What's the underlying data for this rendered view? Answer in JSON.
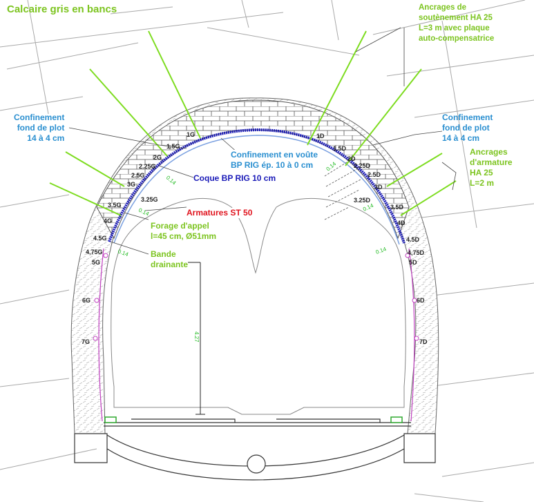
{
  "title": "Calcaire gris en bancs",
  "labels": {
    "ancrages_sout_1": "Ancrages de",
    "ancrages_sout_2": "soutènement HA 25",
    "ancrages_sout_3": "L=3 m avec plaque",
    "ancrages_sout_4": "auto-compensatrice",
    "conf_left_1": "Confinement",
    "conf_left_2": "fond de plot",
    "conf_left_3": "14 à 4 cm",
    "conf_right_1": "Confinement",
    "conf_right_2": "fond de plot",
    "conf_right_3": "14 à 4 cm",
    "conf_voute_1": "Confinement en voûte",
    "conf_voute_2": "BP RIG ép. 10 à 0 cm",
    "coque": "Coque BP RIG 10 cm",
    "ancr_arm_1": "Ancrages",
    "ancr_arm_2": "d'armature",
    "ancr_arm_3": "HA 25",
    "ancr_arm_4": "L=2 m",
    "armatures": "Armatures ST 50",
    "forage_1": "Forage d'appel",
    "forage_2": "l=45 cm, Ø51mm",
    "bande_1": "Bande",
    "bande_2": "drainante"
  },
  "section_marks_left": [
    "1G",
    "1.5G",
    "2G",
    "2.25G",
    "2.5G",
    "3G",
    "3.25G",
    "3.5G",
    "4G",
    "4.5G",
    "4,75G",
    "5G",
    "6G",
    "7G"
  ],
  "section_marks_right": [
    "1D",
    "1.5D",
    "2D",
    "2.25D",
    "2.5D",
    "3D",
    "3.25D",
    "3.5D",
    "4D",
    "4.5D",
    "4,75D",
    "5D",
    "6D",
    "7D"
  ],
  "dimension": "4.27",
  "thickness_label": "0.14",
  "colors": {
    "green_label": "#7cc41f",
    "blue_label": "#2a8fd0",
    "navy_label": "#1a1ab8",
    "red_label": "#e0141e",
    "shell": "#1a1ab8",
    "rock_joints": "#a0a0a0",
    "anchor": "#7ddc1f"
  }
}
